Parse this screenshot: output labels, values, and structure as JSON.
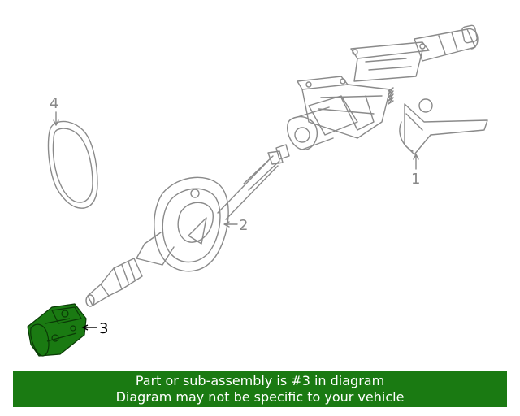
{
  "callouts": {
    "part1": "1",
    "part2": "2",
    "part3": "3",
    "part4": "4"
  },
  "banner": {
    "line1": "Part or sub-assembly is #3 in diagram",
    "line2": "Diagram may not be specific to your vehicle"
  },
  "colors": {
    "line_art": "#8a8a8a",
    "callout_text": "#888888",
    "highlight_fill": "#1a7a12",
    "highlight_stroke": "#0a3a06",
    "banner_bg": "#1a7a12",
    "banner_text": "#ffffff"
  }
}
